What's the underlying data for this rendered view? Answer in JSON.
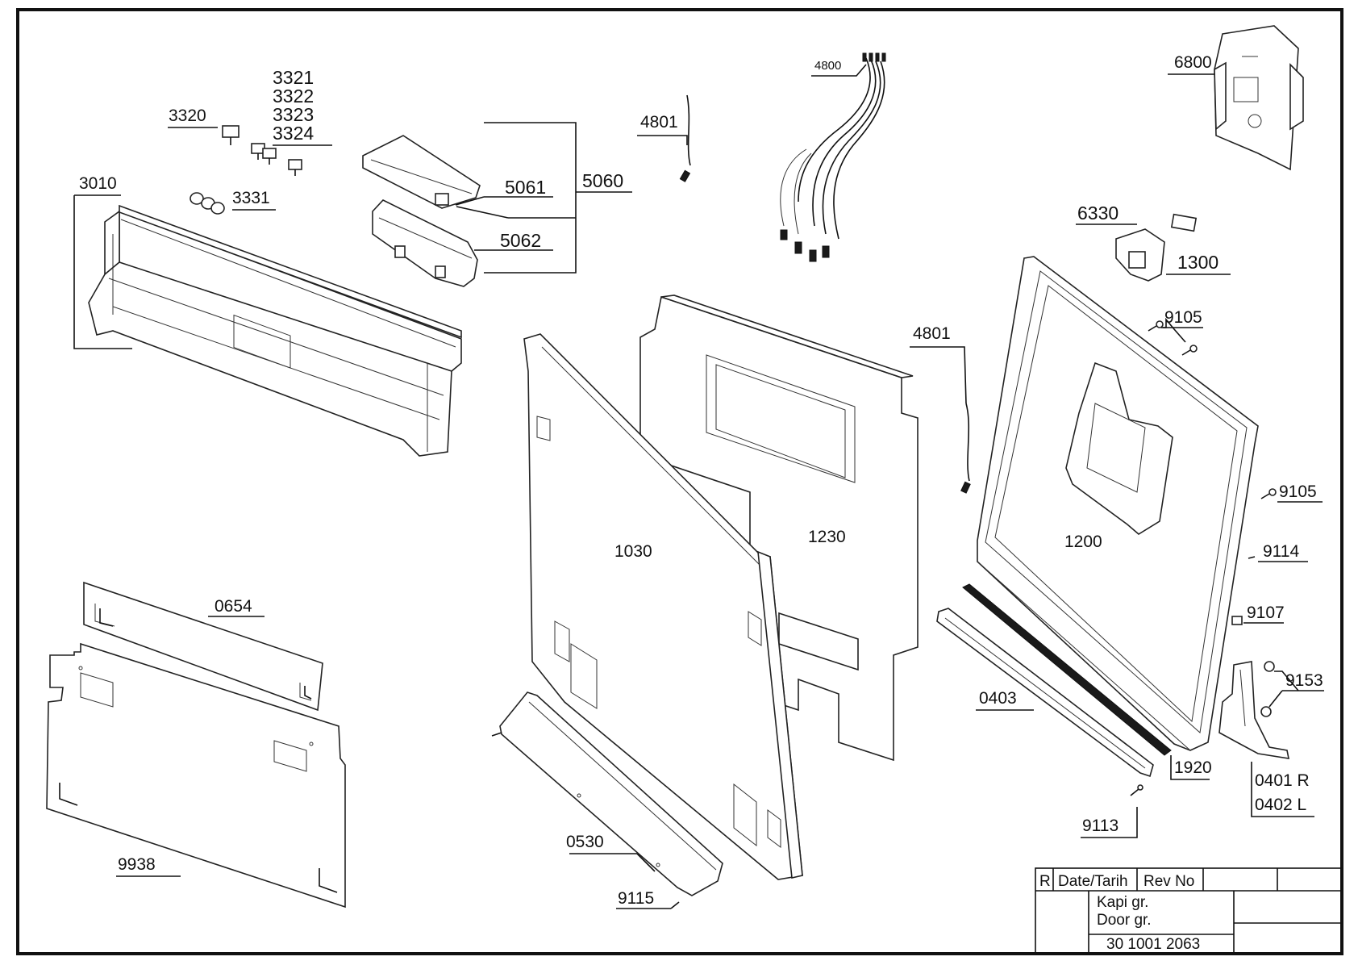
{
  "labels": {
    "p3321": "3321",
    "p3322": "3322",
    "p3323": "3323",
    "p3324": "3324",
    "p3320": "3320",
    "p3010": "3010",
    "p3331": "3331",
    "p5061": "5061",
    "p5060": "5060",
    "p5062": "5062",
    "p4801a": "4801",
    "p4800": "4800",
    "p6800": "6800",
    "p6330": "6330",
    "p1300": "1300",
    "p9105a": "9105",
    "p4801b": "4801",
    "p1230": "1230",
    "p1030": "1030",
    "p1200": "1200",
    "p9105b": "9105",
    "p9114": "9114",
    "p9107": "9107",
    "p9153": "9153",
    "p0654": "0654",
    "p0403": "0403",
    "p1920": "1920",
    "p0401r": "0401 R",
    "p0402l": "0402 L",
    "p9113": "9113",
    "p9938": "9938",
    "p0530": "0530",
    "p9115": "9115"
  },
  "title_block": {
    "rev_letter": "R",
    "date_label": "Date/Tarih",
    "rev_no_label": "Rev No",
    "name_tr": "Kapi gr.",
    "name_en": "Door gr.",
    "drawing_number": "30 1001 2063"
  }
}
